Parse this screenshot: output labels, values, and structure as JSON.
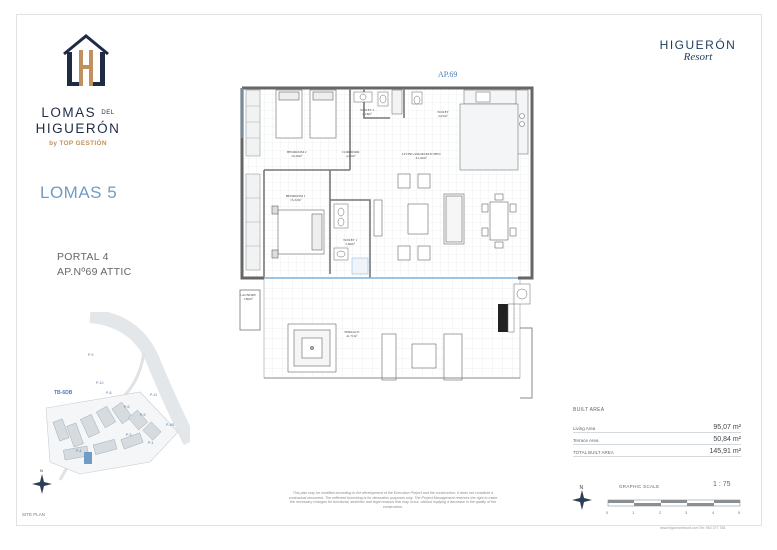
{
  "left_panel": {
    "project_line1": "LOMAS",
    "project_del": "DEL",
    "project_line2": "HIGUERÓN",
    "project_by": "by TOP GESTIÓN",
    "building": "LOMAS 5",
    "portal": "PORTAL 4",
    "apartment": "AP.Nº69 ATTIC",
    "site_plan_label": "SITE PLAN",
    "site_plan_highlight": "TB-6DB"
  },
  "brand": {
    "line1": "HIGUERÓN",
    "line2": "Resort"
  },
  "plan": {
    "apartment_code": "AP.69",
    "rooms": {
      "toilet2": {
        "name": "TOILET 2",
        "area": "4,18m²"
      },
      "wc": {
        "name": "TOILET",
        "area": "2,05m²"
      },
      "bedroom2": {
        "name": "BEDROOM 2",
        "area": "10,26m²"
      },
      "corridor": {
        "name": "CORRIDOR",
        "area": "4,45m²"
      },
      "living": {
        "name": "LIVING ROOM/KITCHEN",
        "area": "41,35m²"
      },
      "bedroom1": {
        "name": "BEDROOM 1",
        "area": "15,32m²"
      },
      "toilet1": {
        "name": "TOILET 1",
        "area": "5,60m²"
      },
      "laundry": {
        "name": "LAUNDRY",
        "area": "1,80m²"
      },
      "terrace": {
        "name": "TERRACE",
        "area": "41,71m²"
      }
    }
  },
  "areas": {
    "header": "BUILT AREA",
    "rows": [
      {
        "label": "Living Area",
        "value": "95,07 m²"
      },
      {
        "label": "Terrace Area",
        "value": "50,84 m²"
      },
      {
        "label": "TOTAL BUILT AREA",
        "value": "145,91 m²"
      }
    ]
  },
  "scale": {
    "label": "GRAPHIC SCALE",
    "ratio": "1 : 75",
    "ticks": [
      "0",
      "1",
      "2",
      "3",
      "4",
      "5"
    ]
  },
  "compass_label": "N",
  "disclaimer": "This plan may be modified according to the development of the Execution Project and the construction. It does not constitute a contractual document. The reflected furnishing is for decoration purposes only. The Project Management reserves the right to make the necessary changes for functional, aesthetic and legal reasons that may occur, without implying a decrease in the quality of the construction.",
  "website": "www.higueronresort.com  Tel: 952 377 758",
  "colors": {
    "navy": "#1f2b45",
    "copper": "#c0915f",
    "accent_blue": "#6f9cc6",
    "glazing": "#7fb2dc"
  }
}
